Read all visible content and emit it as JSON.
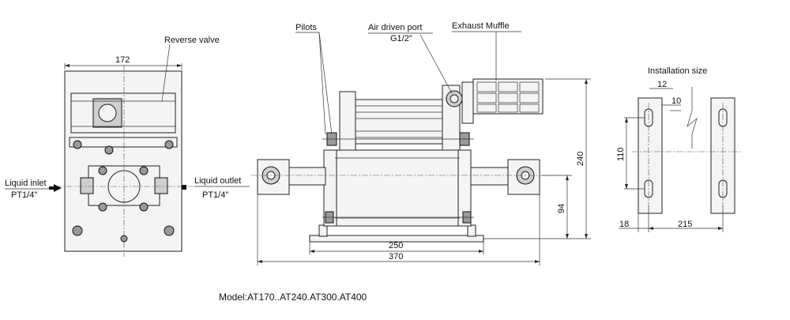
{
  "labels": {
    "reverse_valve": "Reverse valve",
    "pilots": "Pilots",
    "air_driven_port": "Air driven port",
    "air_driven_port_size": "G1/2\"",
    "exhaust_muffle": "Exhaust Muffle",
    "liquid_inlet": "Liquid inlet",
    "liquid_inlet_size": "PT1/4\"",
    "liquid_outlet": "Liquid outlet",
    "liquid_outlet_size": "PT1/4\"",
    "installation_size": "Installation size",
    "model": "Model:AT170..AT240.AT300.AT400"
  },
  "dimensions": {
    "front_width": "172",
    "side_height": "240",
    "outlet_height": "94",
    "base_width": "250",
    "overall_length": "370",
    "slot_offset": "12",
    "slot_width": "10",
    "slot_spacing": "110",
    "edge_offset": "18",
    "bracket_spacing": "215"
  }
}
